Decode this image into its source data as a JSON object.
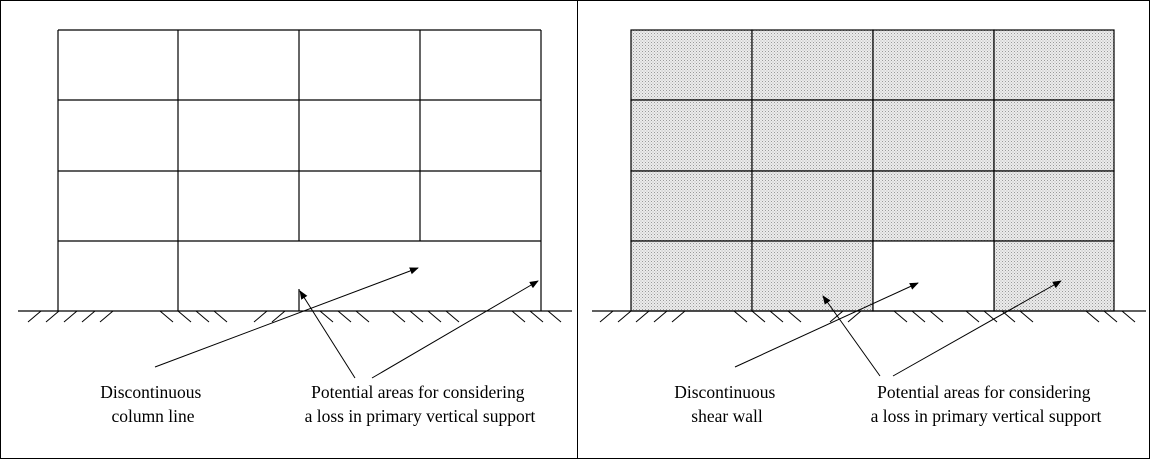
{
  "panels": [
    {
      "id": "frame",
      "label_left": [
        "Discontinuous",
        "column line"
      ],
      "label_right": [
        "Potential areas for considering",
        "a loss in primary vertical support"
      ]
    },
    {
      "id": "shear-wall",
      "label_left": [
        "Discontinuous",
        "shear wall"
      ],
      "label_right": [
        "Potential areas for considering",
        "a loss in primary vertical support"
      ]
    }
  ],
  "colors": {
    "line": "#000000",
    "background": "#ffffff",
    "wall_fill": "#e0e0e0"
  }
}
